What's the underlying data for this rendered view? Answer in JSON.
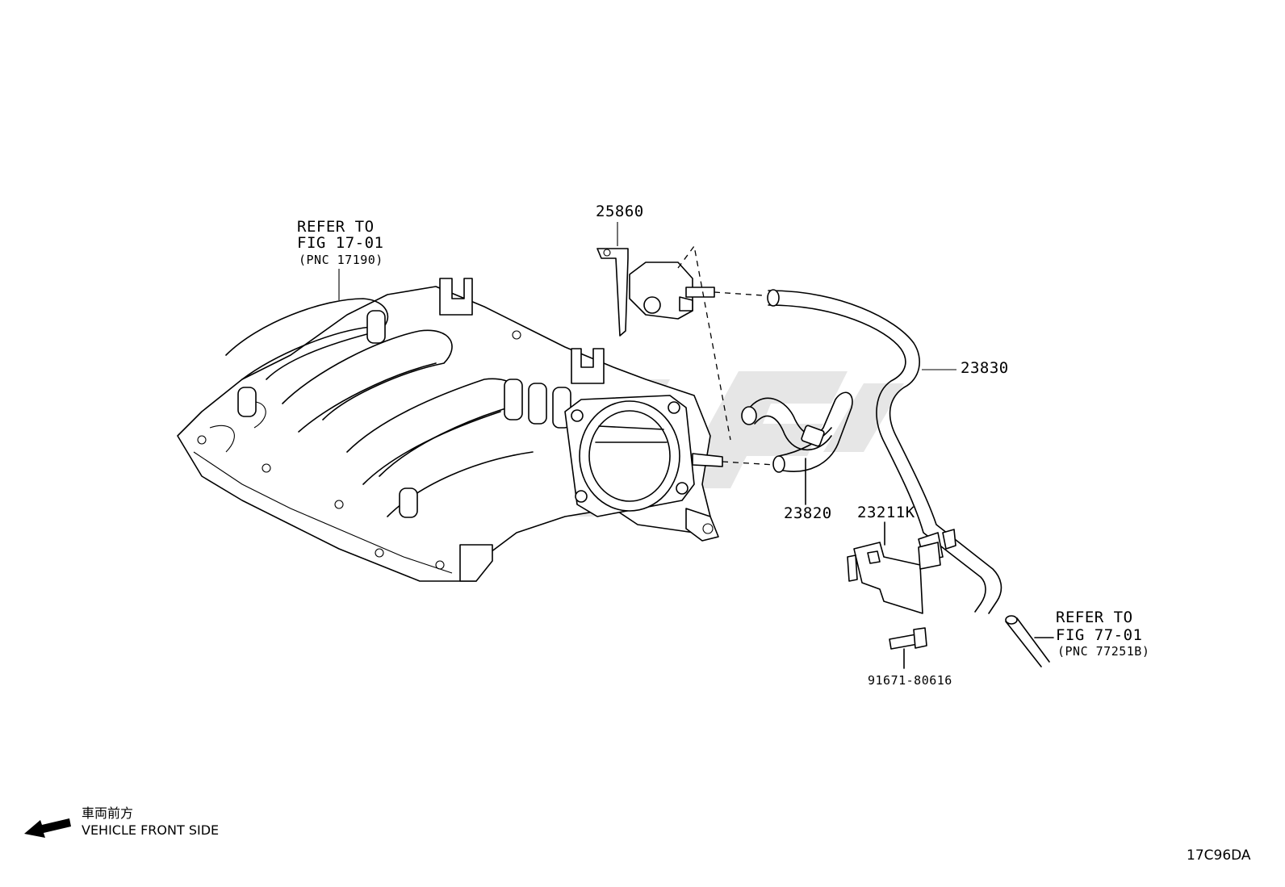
{
  "callouts": {
    "manifold_ref": [
      "REFER TO",
      "FIG 17-01",
      "(PNC 17190)"
    ],
    "p25860": "25860",
    "p23830": "23830",
    "p23820": "23820",
    "p23211k": "23211K",
    "bolt": "91671-80616",
    "pipe_ref": [
      "REFER TO",
      "FIG 77-01",
      "(PNC 77251B)"
    ]
  },
  "orientation": {
    "line_jp": "車両前方",
    "line_en": "VEHICLE FRONT SIDE",
    "arrow_icon": "arrow-left-icon"
  },
  "figure_code": "17C96DA",
  "colors": {
    "ink": "#000000",
    "paper": "#ffffff",
    "watermark": "#777777"
  }
}
